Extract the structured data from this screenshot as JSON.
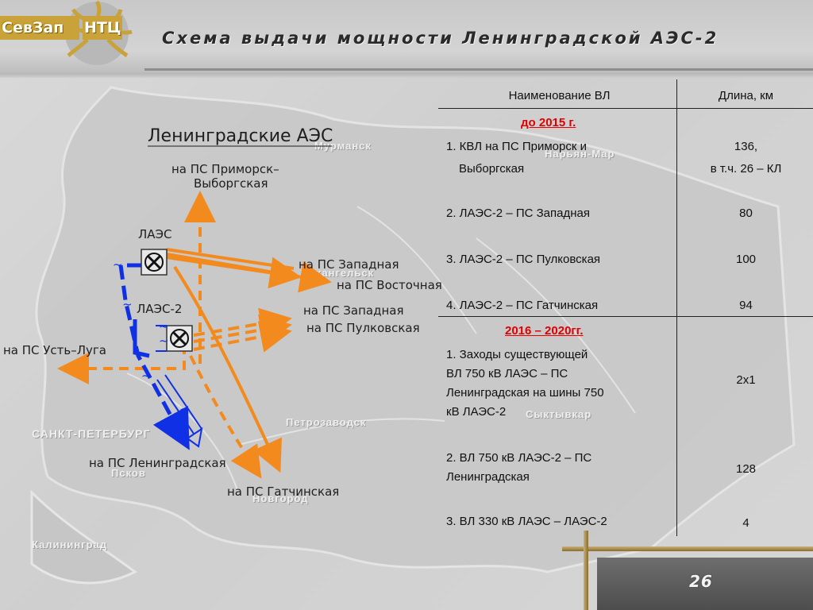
{
  "header": {
    "logo_left": "СевЗап",
    "logo_right": "НТЦ",
    "title": "Схема выдачи мощности Ленинградской АЭС-2"
  },
  "map": {
    "cities": [
      {
        "name": "Мурманск"
      },
      {
        "name": "Нарьян-Мар"
      },
      {
        "name": "Архангельск"
      },
      {
        "name": "Петрозаводск"
      },
      {
        "name": "Сыктывкар"
      },
      {
        "name": "САНКТ-ПЕТЕРБУРГ"
      },
      {
        "name": "Псков"
      },
      {
        "name": "Новгород"
      },
      {
        "name": "Калининград"
      }
    ]
  },
  "schema": {
    "title": "Ленинградские АЭС",
    "laes": "ЛАЭС",
    "laes2": "ЛАЭС-2",
    "dest_primorsk_1": "на ПС Приморск–",
    "dest_primorsk_2": "Выборгская",
    "dest_zapadnaya_1": "на ПС Западная",
    "dest_vostochnaya": "на ПС Восточная",
    "dest_zapadnaya_2": "на ПС Западная",
    "dest_pulkovskaya": "на ПС Пулковская",
    "dest_ustluga": "на ПС Усть–Луга",
    "dest_leningradskaya": "на ПС Ленинградская",
    "dest_gatchinskaya": "на ПС Гатчинская",
    "tilde": "~",
    "colors": {
      "orange": "#f38a1e",
      "blue": "#1030e6"
    }
  },
  "table": {
    "headers": {
      "name": "Наименование ВЛ",
      "length": "Длина, км"
    },
    "period1": "до 2015 г.",
    "period2": "2016 – 2020гг.",
    "rows": [
      {
        "name_1": "1. КВЛ на ПС Приморск и",
        "name_2": "Выборгская",
        "length_1": "136,",
        "length_2": "в т.ч. 26 – КЛ"
      },
      {
        "name": "2. ЛАЭС-2 – ПС Западная",
        "length": "80"
      },
      {
        "name": "3. ЛАЭС-2 – ПС Пулковская",
        "length": "100"
      },
      {
        "name": "4. ЛАЭС-2 – ПС Гатчинская",
        "length": "94"
      },
      {
        "name_1": "1. Заходы существующей",
        "name_2": "ВЛ 750 кВ ЛАЭС – ПС",
        "name_3": "Ленинградская на шины 750",
        "name_4": "кВ ЛАЭС-2",
        "length": "2х1"
      },
      {
        "name_1": "2. ВЛ 750 кВ ЛАЭС-2 – ПС",
        "name_2": "Ленинградская",
        "length": "128"
      },
      {
        "name": "3. ВЛ 330 кВ ЛАЭС – ЛАЭС-2",
        "length": "4"
      }
    ]
  },
  "footer": {
    "page_number": "26"
  }
}
